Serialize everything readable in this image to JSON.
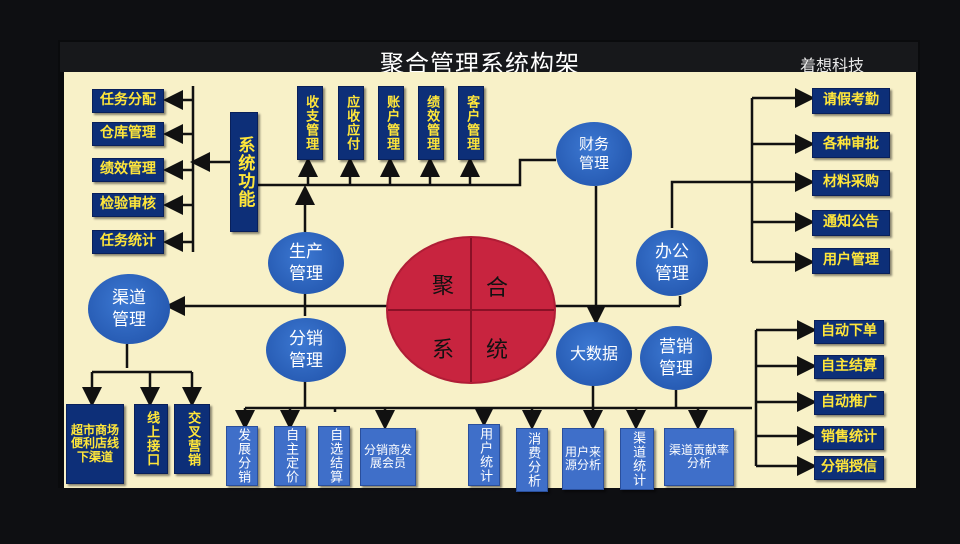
{
  "header": {
    "title": "聚合管理系统构架",
    "brand": "着想科技"
  },
  "core": {
    "q1": "聚",
    "q2": "合",
    "q3": "系",
    "q4": "统"
  },
  "hubs": {
    "system_function": "系统功能",
    "finance": "财务管理",
    "production": "生产管理",
    "channel": "渠道管理",
    "distribution": "分销管理",
    "office": "办公管理",
    "bigdata": "大数据",
    "marketing": "营销管理"
  },
  "system_items": [
    "任务分配",
    "仓库管理",
    "绩效管理",
    "检验审核",
    "任务统计"
  ],
  "finance_items": [
    "收支管理",
    "应收应付",
    "账户管理",
    "绩效管理",
    "客户管理"
  ],
  "office_items": [
    "请假考勤",
    "各种审批",
    "材料采购",
    "通知公告",
    "用户管理"
  ],
  "marketing_items": [
    "自动下单",
    "自主结算",
    "自动推广",
    "销售统计",
    "分销授信"
  ],
  "channel_items": [
    "超市商场便利店线下渠道",
    "线上接口",
    "交叉营销"
  ],
  "bottom_items": [
    "发展分销",
    "自主定价",
    "自选结算",
    "分销商发展会员",
    "用户统计",
    "消费分析",
    "用户来源分析",
    "渠道统计",
    "渠道贡献率分析"
  ],
  "colors": {
    "box": "#0d2f78",
    "box_text": "#ffe63a",
    "circle": "#2a62bd",
    "core": "#c8243f",
    "screen": "#f8f1c8"
  }
}
